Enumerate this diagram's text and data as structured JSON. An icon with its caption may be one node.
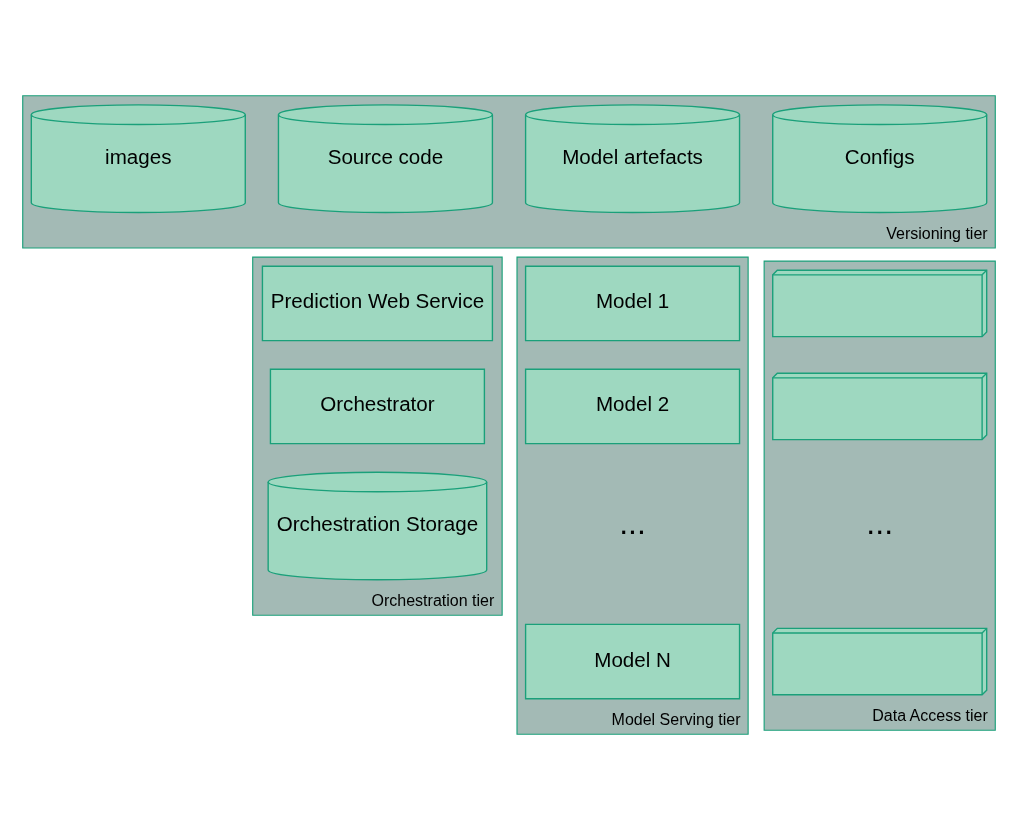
{
  "diagram": {
    "nodes": [
      {
        "text": [
          "Versioning tier"
        ]
      },
      {
        "text": [
          "Source code"
        ],
        "in": 0
      },
      {
        "text": [
          "Model artefacts"
        ],
        "in": 0
      },
      {
        "text": [
          "Configs"
        ],
        "in": 0
      },
      {
        "text": [
          "images"
        ],
        "in": 0
      },
      {
        "text": [
          "Orchestration tier"
        ]
      },
      {
        "text": [
          "Prediction Web Service"
        ],
        "in": 5
      },
      {
        "text": [
          "Orchestrator"
        ],
        "in": 5
      },
      {
        "text": [
          "Orchestration Storage"
        ],
        "in": 5
      },
      {
        "text": [
          "Model Serving tier"
        ]
      },
      {
        "text": [
          "Model 1"
        ],
        "in": 9
      },
      {
        "text": [
          "Model 2"
        ],
        "in": 9
      },
      {
        "text": [
          "Model N"
        ],
        "in": 9
      },
      {
        "text": [
          "Data Access tier"
        ]
      },
      {
        "text": [],
        "shape": "box",
        "in": 13
      },
      {
        "text": [],
        "shape": "box",
        "in": 13
      },
      {
        "text": [],
        "shape": "box",
        "in": 13
      }
    ],
    "edges": [],
    "labels": [
      "...",
      "..."
    ]
  }
}
